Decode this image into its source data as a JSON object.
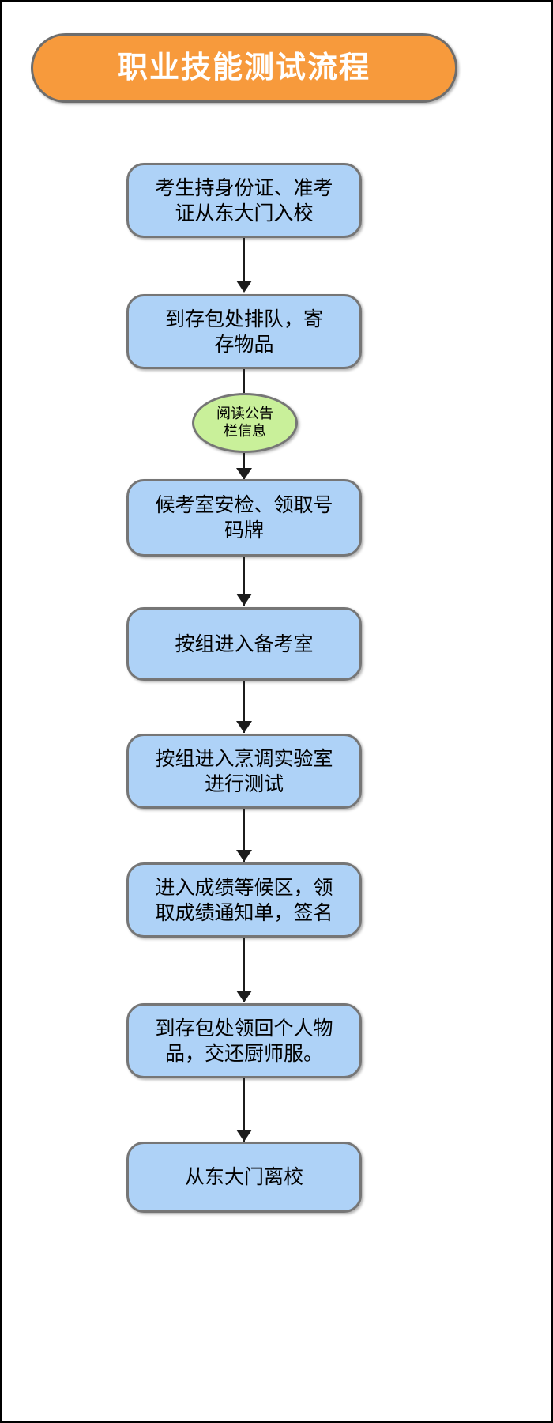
{
  "diagram": {
    "title": "职业技能测试流程",
    "title_color": "#f79a3c",
    "title_text_color": "#ffffff",
    "box_fill": "#aed2f7",
    "box_border": "#767676",
    "ellipse_fill": "#c9f09a",
    "connector_color": "#1c1c1c",
    "frame_color": "#000000",
    "nodes": [
      {
        "id": "n1",
        "shape": "rounded-rect",
        "text": "考生持身份证、准考\n证从东大门入校"
      },
      {
        "id": "n2",
        "shape": "rounded-rect",
        "text": "到存包处排队，寄\n存物品"
      },
      {
        "id": "n3",
        "shape": "ellipse",
        "text": "阅读公告\n栏信息"
      },
      {
        "id": "n4",
        "shape": "rounded-rect",
        "text": "候考室安检、领取号\n码牌"
      },
      {
        "id": "n5",
        "shape": "rounded-rect",
        "text": "按组进入备考室"
      },
      {
        "id": "n6",
        "shape": "rounded-rect",
        "text": "按组进入烹调实验室\n进行测试"
      },
      {
        "id": "n7",
        "shape": "rounded-rect",
        "text": "进入成绩等候区，领\n取成绩通知单，签名"
      },
      {
        "id": "n8",
        "shape": "rounded-rect",
        "text": "到存包处领回个人物\n品，交还厨师服。"
      },
      {
        "id": "n9",
        "shape": "rounded-rect",
        "text": "从东大门离校"
      }
    ],
    "edges": [
      {
        "from": "n1",
        "to": "n2",
        "arrow": true
      },
      {
        "from": "n2",
        "to": "n3",
        "arrow": false
      },
      {
        "from": "n3",
        "to": "n4",
        "arrow": true
      },
      {
        "from": "n4",
        "to": "n5",
        "arrow": true
      },
      {
        "from": "n5",
        "to": "n6",
        "arrow": true
      },
      {
        "from": "n6",
        "to": "n7",
        "arrow": true
      },
      {
        "from": "n7",
        "to": "n8",
        "arrow": true
      },
      {
        "from": "n8",
        "to": "n9",
        "arrow": true
      }
    ]
  }
}
